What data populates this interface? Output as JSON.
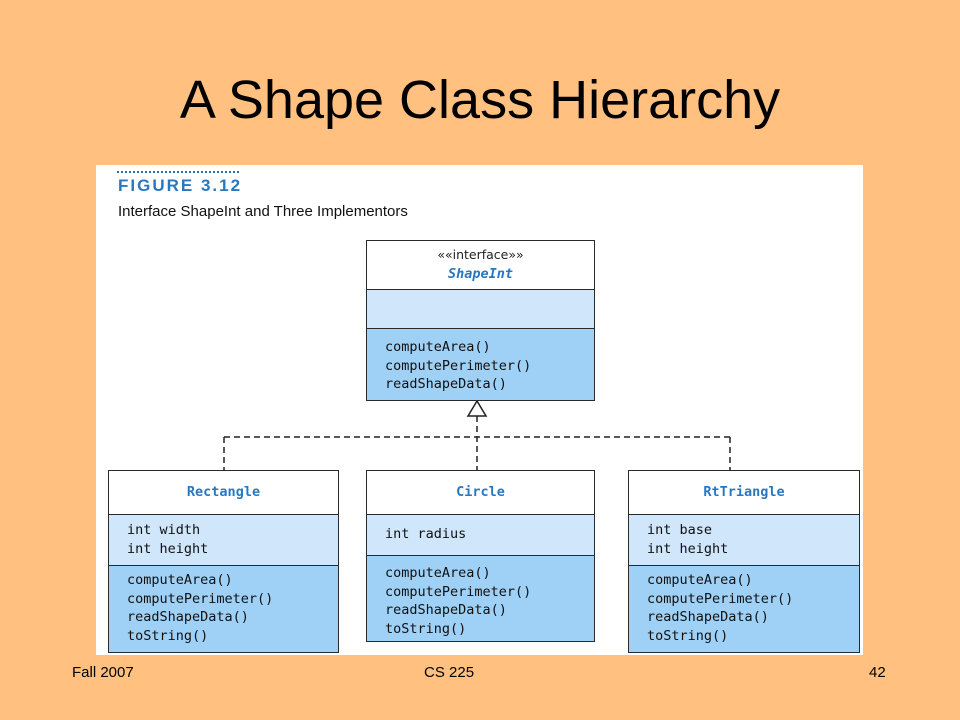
{
  "slide": {
    "title": "A Shape Class Hierarchy",
    "footer_left": "Fall 2007",
    "footer_center": "CS 225",
    "footer_right": "42"
  },
  "figure": {
    "number": "FIGURE 3.12",
    "caption": "Interface ShapeInt and Three Implementors"
  },
  "interface": {
    "stereotype": "««interface»»",
    "name": "ShapeInt",
    "methods": [
      "computeArea()",
      "computePerimeter()",
      "readShapeData()"
    ]
  },
  "classes": [
    {
      "name": "Rectangle",
      "attributes": [
        "int width",
        "int height"
      ],
      "methods": [
        "computeArea()",
        "computePerimeter()",
        "readShapeData()",
        "toString()"
      ]
    },
    {
      "name": "Circle",
      "attributes": [
        "int radius"
      ],
      "methods": [
        "computeArea()",
        "computePerimeter()",
        "readShapeData()",
        "toString()"
      ]
    },
    {
      "name": "RtTriangle",
      "attributes": [
        "int base",
        "int height"
      ],
      "methods": [
        "computeArea()",
        "computePerimeter()",
        "readShapeData()",
        "toString()"
      ]
    }
  ],
  "colors": {
    "background": "#FFC080",
    "accent": "#2878C0",
    "attribute_fill": "#CFE6FB",
    "method_fill": "#9FD0F6"
  }
}
